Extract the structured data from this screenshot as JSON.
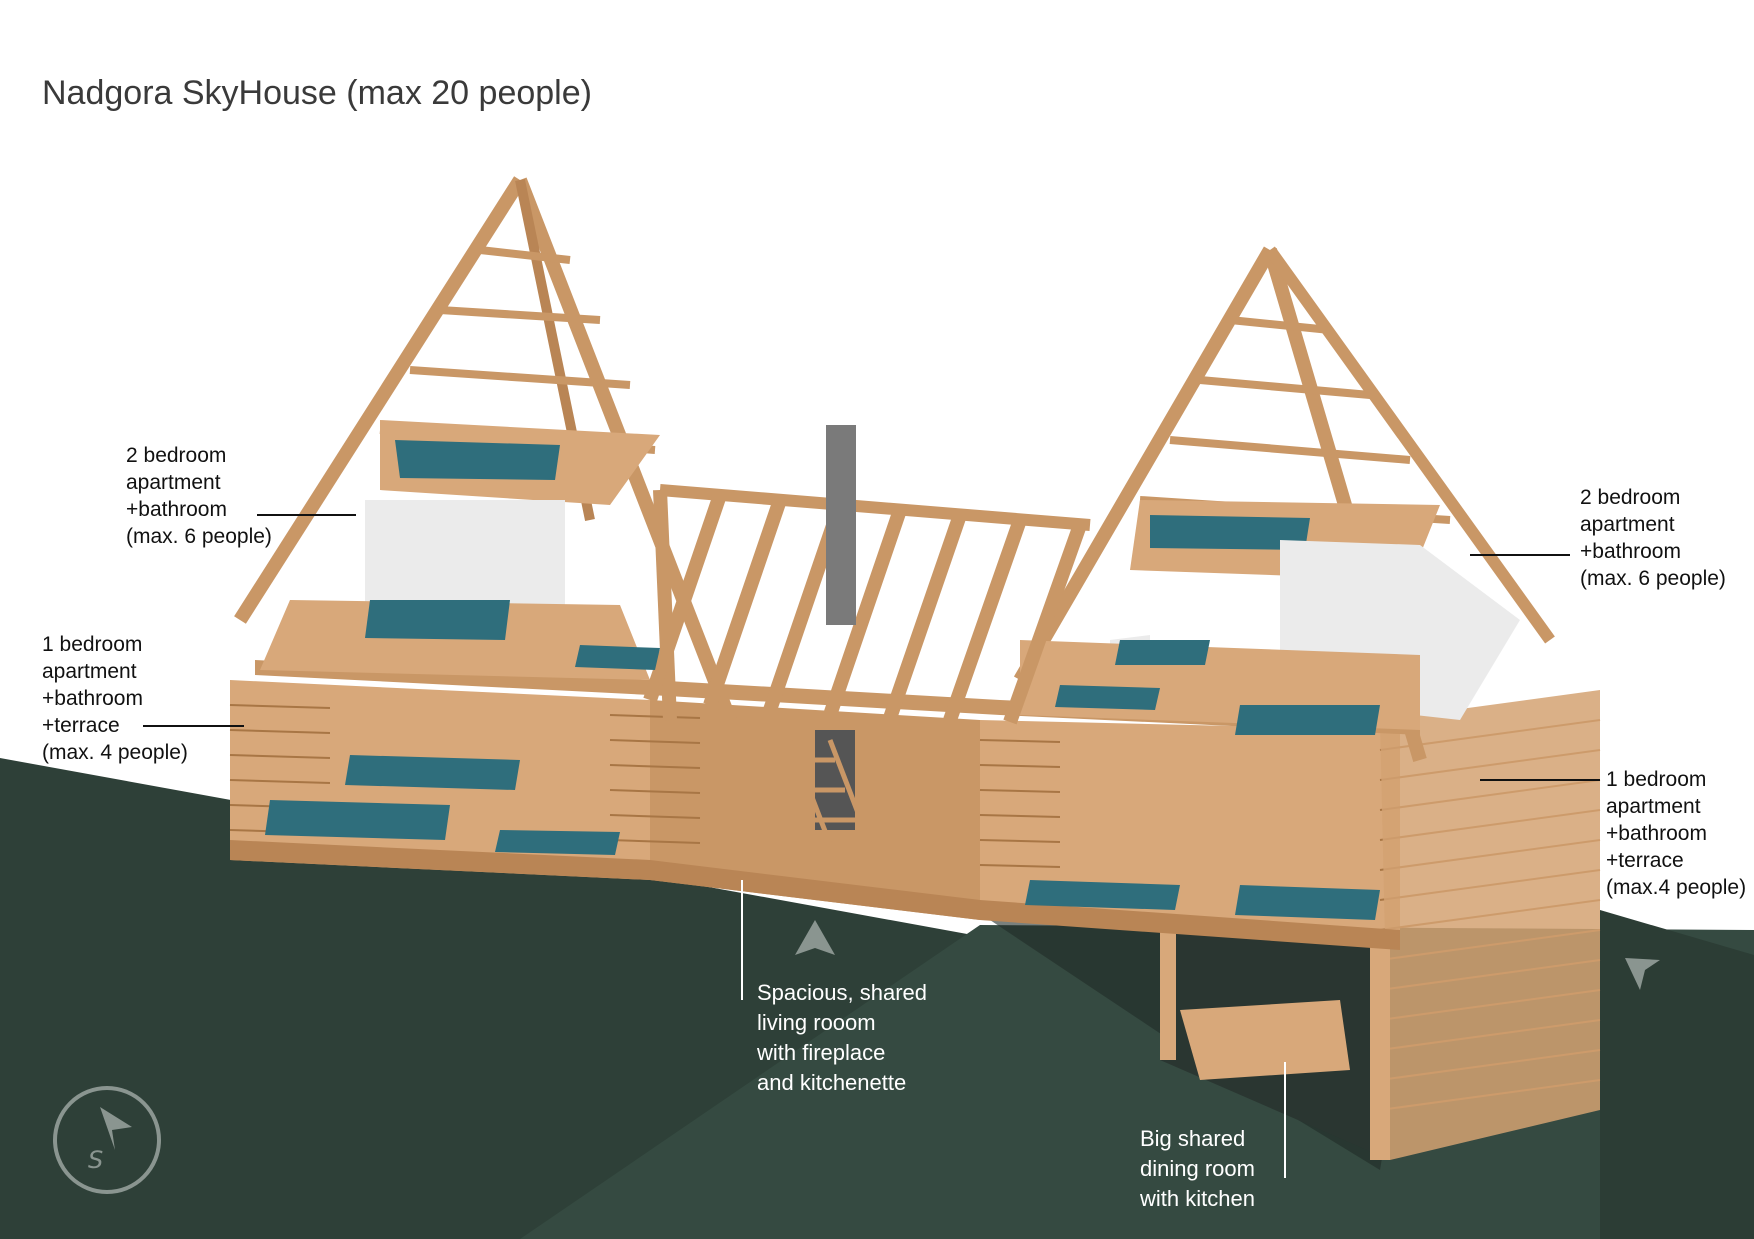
{
  "title": "Nadgora SkyHouse (max 20 people)",
  "labels": {
    "top_left": [
      "2 bedroom",
      "apartment",
      "+bathroom",
      "(max. 6 people)"
    ],
    "top_right": [
      "2 bedroom",
      "apartment",
      "+bathroom",
      "(max. 6 people)"
    ],
    "mid_left": [
      "1 bedroom",
      "apartment",
      "+bathroom",
      "+terrace",
      "(max. 4 people)"
    ],
    "mid_right": [
      "1 bedroom",
      "apartment",
      "+bathroom",
      "+terrace",
      "(max.4 people)"
    ],
    "living": [
      "Spacious, shared",
      "living rooom",
      "with fireplace",
      "and kitchenette"
    ],
    "dining": [
      "Big shared",
      "dining room",
      "with kitchen"
    ]
  },
  "compass": {
    "letter": "S",
    "icon": "compass-icon"
  },
  "colors": {
    "ground": "#2e4038",
    "ground_light": "#3a4d44",
    "wood": "#d8a87a",
    "wood_dark": "#b98555",
    "mattress": "#2f6e7c",
    "wall": "#ebebeb",
    "chimney": "#7a7a7a"
  }
}
